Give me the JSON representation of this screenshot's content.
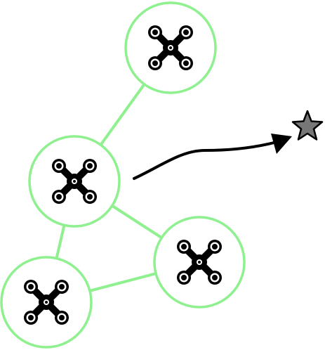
{
  "colors": {
    "link": "#8ef08e",
    "node_fill": "#ffffff",
    "drone": "#000000",
    "arrow": "#000000",
    "target_fill": "#777777",
    "target_stroke": "#000000"
  },
  "icons": {
    "drone": "quadcopter-drone-icon",
    "target": "star-target-icon"
  },
  "nodes": [
    {
      "id": "drone-1"
    },
    {
      "id": "drone-2"
    },
    {
      "id": "drone-3"
    },
    {
      "id": "drone-4"
    }
  ],
  "links": [
    {
      "from": "drone-1",
      "to": "drone-2"
    },
    {
      "from": "drone-2",
      "to": "drone-3"
    },
    {
      "from": "drone-2",
      "to": "drone-4"
    },
    {
      "from": "drone-3",
      "to": "drone-4"
    }
  ]
}
